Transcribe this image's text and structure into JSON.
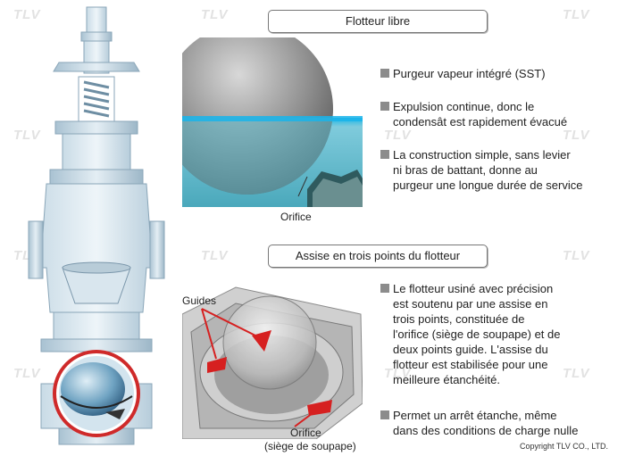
{
  "watermark": "TLV",
  "copyright": "Copyright TLV CO., LTD.",
  "section1": {
    "title": "Flotteur libre",
    "bullets": [
      [
        "Purgeur vapeur intégré (SST)"
      ],
      [
        "Expulsion continue, donc le",
        "condensât est rapidement évacué"
      ],
      [
        "La construction simple, sans levier",
        "ni bras de battant, donne au",
        "purgeur une longue durée de service"
      ]
    ],
    "orifice_label": "Orifice"
  },
  "section2": {
    "title": "Assise en trois points du flotteur",
    "bullets": [
      [
        "Le flotteur usiné avec précision",
        "est soutenu par une assise en",
        "trois points, constituée de",
        "l'orifice (siège de soupape) et de",
        "deux points guide. L'assise du",
        "flotteur est stabilisée pour une",
        "meilleure étanchéité."
      ],
      [
        "Permet un arrêt étanche, même",
        "dans des conditions de charge nulle"
      ]
    ],
    "guides_label": "Guides",
    "orifice_label_line1": "Orifice",
    "orifice_label_line2": "(siège de soupape)"
  },
  "colors": {
    "water": "#5fb8c8",
    "float": "#8a8a8a",
    "accent_red": "#d62020",
    "bullet": "#8c8c8c"
  }
}
